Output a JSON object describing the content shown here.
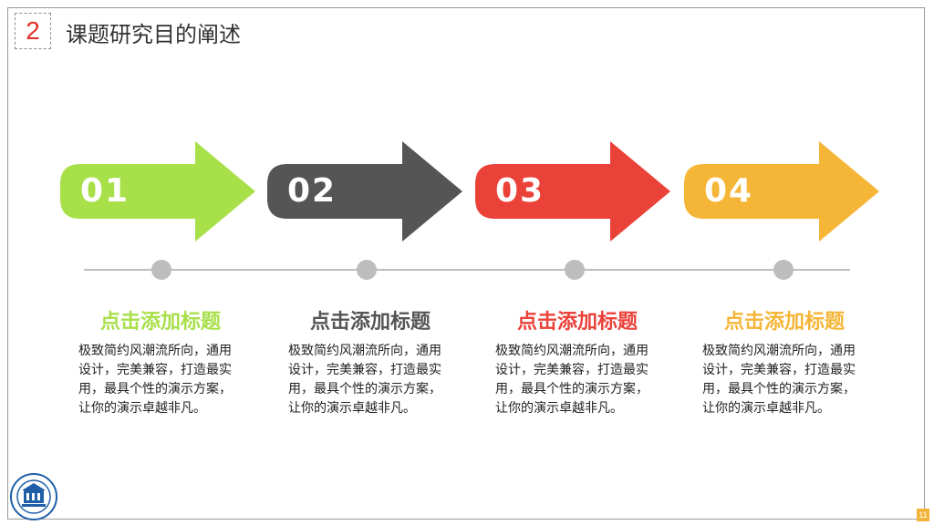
{
  "slide": {
    "section_number": "2",
    "title": "课题研究目的阐述",
    "page_number": "11"
  },
  "steps": [
    {
      "number": "01",
      "title": "点击添加标题",
      "color": "#a8e04a",
      "description": "极致简约风潮流所向，通用设计，完美兼容，打造最实用，最具个性的演示方案，让你的演示卓越非凡。"
    },
    {
      "number": "02",
      "title": "点击添加标题",
      "color": "#555555",
      "description": "极致简约风潮流所向，通用设计，完美兼容，打造最实用，最具个性的演示方案，让你的演示卓越非凡。"
    },
    {
      "number": "03",
      "title": "点击添加标题",
      "color": "#ea4139",
      "description": "极致简约风潮流所向，通用设计，完美兼容，打造最实用，最具个性的演示方案，让你的演示卓越非凡。"
    },
    {
      "number": "04",
      "title": "点击添加标题",
      "color": "#f5b536",
      "description": "极致简约风潮流所向，通用设计，完美兼容，打造最实用，最具个性的演示方案，让你的演示卓越非凡。"
    }
  ],
  "logo_icon": "university-seal-icon"
}
